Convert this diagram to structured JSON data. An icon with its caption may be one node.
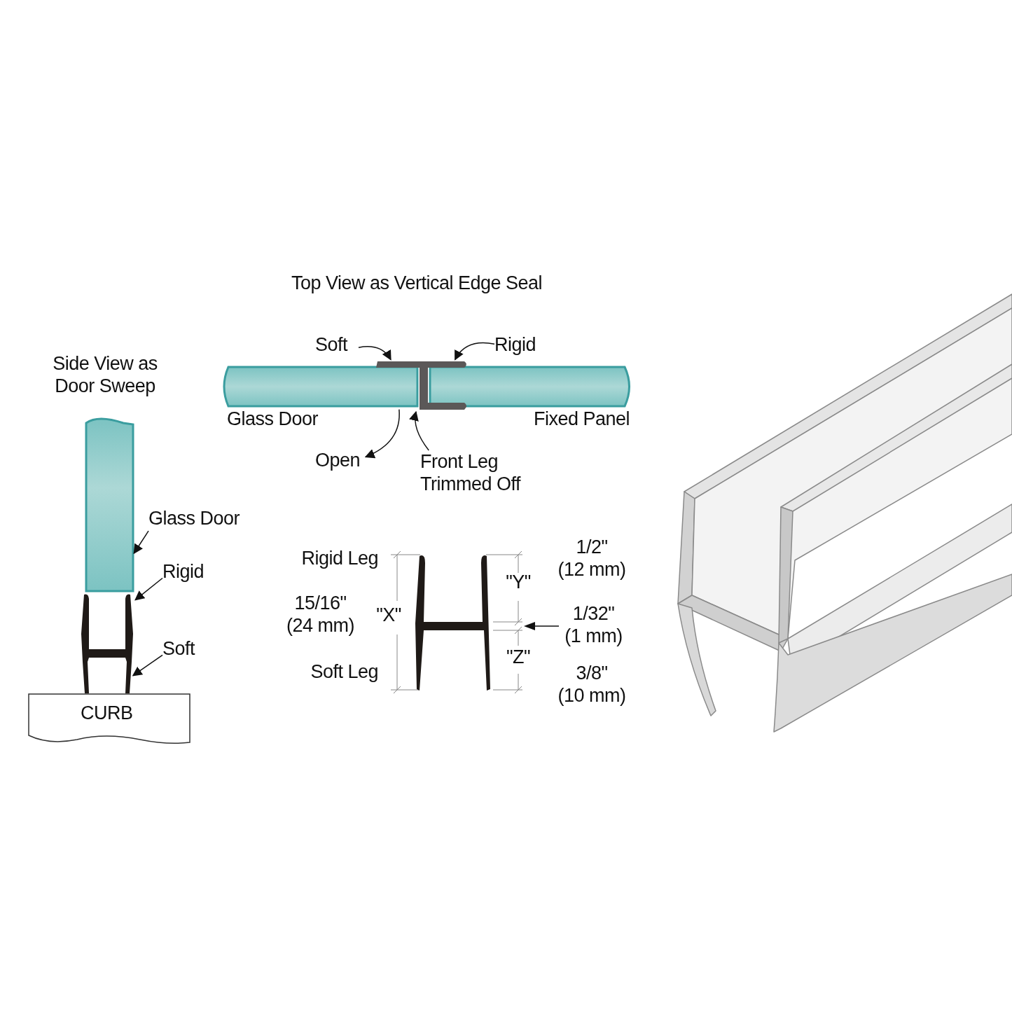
{
  "diagram": {
    "nodes": [
      {
        "text": [],
        "shape": "picture"
      },
      {
        "text": [],
        "shape": "picture"
      },
      {
        "text": [
          "Glass Door"
        ]
      },
      {
        "text": [
          "Rigid"
        ]
      },
      {
        "text": [
          "Soft"
        ]
      },
      {
        "text": [
          "CURB"
        ]
      },
      {
        "text": [
          "Glass Door"
        ]
      },
      {
        "text": [
          "Fixed Panel"
        ]
      },
      {
        "text": [],
        "shape": "picture"
      },
      {
        "text": [
          "Soft"
        ]
      },
      {
        "text": [
          "Rigid"
        ]
      },
      {
        "text": [
          "Open"
        ]
      },
      {
        "text": [
          "Front Leg Trimmed Off"
        ]
      },
      {
        "text": [],
        "shape": "picture"
      }
    ],
    "edges": [
      {
        "from": 2,
        "to": 0,
        "arrow": "to"
      },
      {
        "from": 3,
        "to": 1,
        "arrow": "to"
      },
      {
        "from": 4,
        "to": 1,
        "arrow": "to"
      },
      {
        "from": 9,
        "to": 8,
        "arrow": "to"
      },
      {
        "from": 10,
        "to": 8,
        "arrow": "to"
      },
      {
        "from": 6,
        "to": 11,
        "arrow": "to"
      },
      {
        "from": 12,
        "to": 8,
        "arrow": "to"
      }
    ],
    "labels": [
      "Side View as Door Sweep",
      "Top View as Vertical Edge Seal",
      "Rigid Leg",
      "15/16\" (24 mm)",
      "\"X\"",
      "\"Y\"",
      "1/2\" (12 mm)",
      "1/32\" (1 mm)",
      "\"Z\"",
      "Soft Leg",
      "3/8\" (10 mm)"
    ]
  }
}
